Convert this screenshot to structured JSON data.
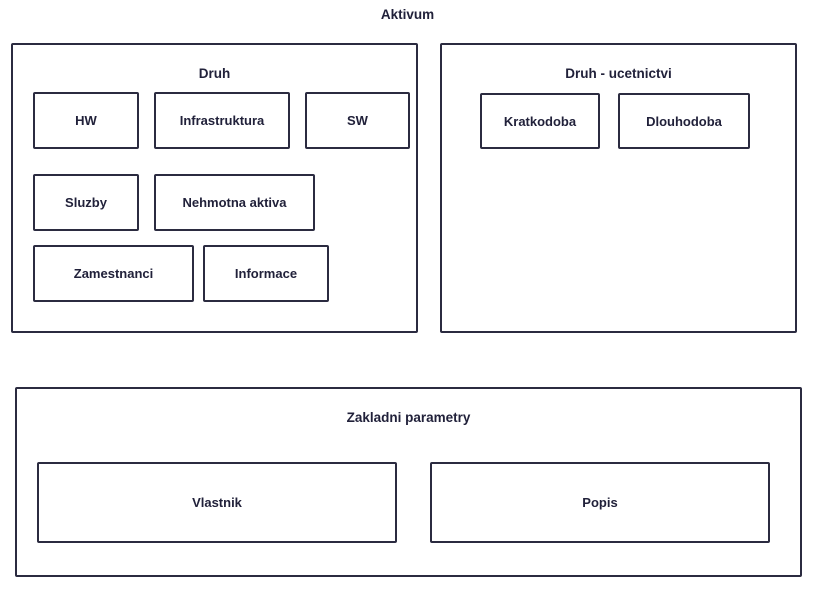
{
  "title": "Aktivum",
  "colors": {
    "stroke": "#2b2b40",
    "text": "#21213a",
    "background": "#ffffff"
  },
  "groups": [
    {
      "title": "Druh",
      "items": [
        {
          "label": "HW"
        },
        {
          "label": "Infrastruktura"
        },
        {
          "label": "SW"
        },
        {
          "label": "Sluzby"
        },
        {
          "label": "Nehmotna aktiva"
        },
        {
          "label": "Zamestnanci"
        },
        {
          "label": "Informace"
        }
      ]
    },
    {
      "title": "Druh - ucetnictvi",
      "items": [
        {
          "label": "Kratkodoba"
        },
        {
          "label": "Dlouhodoba"
        }
      ]
    },
    {
      "title": "Zakladni parametry",
      "items": [
        {
          "label": "Vlastnik"
        },
        {
          "label": "Popis"
        }
      ]
    }
  ]
}
